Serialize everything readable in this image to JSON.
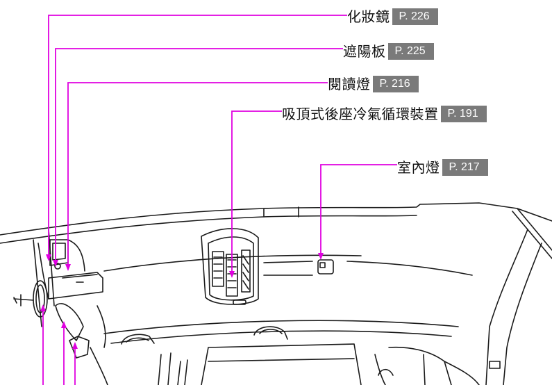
{
  "callouts": [
    {
      "id": "makeup-mirror",
      "label": "化妝鏡",
      "page": "P. 226"
    },
    {
      "id": "sun-visor",
      "label": "遮陽板",
      "page": "P. 225"
    },
    {
      "id": "reading-light",
      "label": "閱讀燈",
      "page": "P. 216"
    },
    {
      "id": "overhead-ac",
      "label": "吸頂式後座冷氣循環裝置",
      "page": "P. 191"
    },
    {
      "id": "interior-light",
      "label": "室內燈",
      "page": "P. 217"
    }
  ],
  "colors": {
    "leader_line": "#e000e0",
    "page_badge": "#7a7a7a",
    "drawing_stroke": "#1a1a1a"
  }
}
